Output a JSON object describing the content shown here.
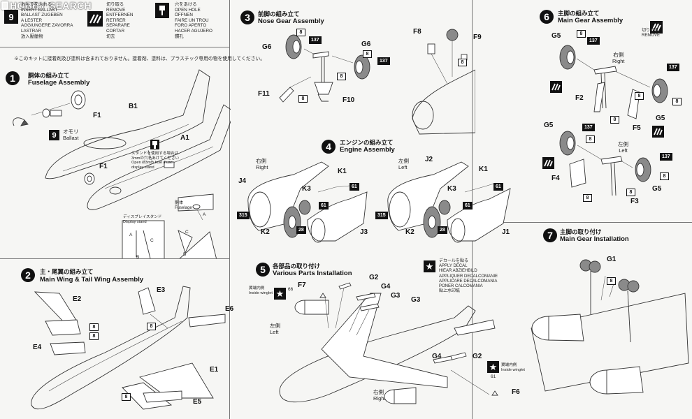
{
  "watermark": "HOBBY SEARCH",
  "legend": {
    "ballast": {
      "icon": "9",
      "lines": [
        "おもりを入れる",
        "INSERT BALLAST",
        "BALLAST ZUGEBEN",
        "A LESTER",
        "AGGIUNGERE ZAVORRA",
        "LASTRAR",
        "放入壓艙物"
      ]
    },
    "remove": {
      "lines": [
        "切り取る",
        "REMOVE",
        "ENTFERNEN",
        "RETIRER",
        "SEPARARE",
        "CORTAR",
        "切去"
      ]
    },
    "open_hole": {
      "lines": [
        "穴をあける",
        "OPEN HOLE",
        "ÖFFNEN",
        "FAIRE UN TROU",
        "FORO APERTO",
        "HACER AGUJERO",
        "鑽孔"
      ]
    }
  },
  "notice": "※このキットに接着剤及び塗料は含まれておりません。接着剤、塗料は、プラスチック専用の物を使用してください。",
  "steps": {
    "s1": {
      "num": "1",
      "jp": "胴体の組み立て",
      "en": "Fuselage Assembly"
    },
    "s2": {
      "num": "2",
      "jp": "主・尾翼の組み立て",
      "en": "Main Wing & Tail Wing Assembly"
    },
    "s3": {
      "num": "3",
      "jp": "前脚の組み立て",
      "en": "Nose Gear Assembly"
    },
    "s4": {
      "num": "4",
      "jp": "エンジンの組み立て",
      "en": "Engine Assembly"
    },
    "s5": {
      "num": "5",
      "jp": "各部品の取り付け",
      "en": "Various Parts Installation"
    },
    "s6": {
      "num": "6",
      "jp": "主脚の組み立て",
      "en": "Main Gear Assembly"
    },
    "s7": {
      "num": "7",
      "jp": "主脚の取り付け",
      "en": "Main Gear Installation"
    }
  },
  "s1": {
    "parts": [
      "B1",
      "A1",
      "F1",
      "F1"
    ],
    "ballast_jp": "オモリ",
    "ballast_en": "Ballast",
    "ballast_icon": "9",
    "stand_note": [
      "スタンドを使用する場合は",
      "3mmの穴をあけてください",
      "Open Ø3mm hole if use",
      "display stand"
    ],
    "fuselage_jp": "胴体",
    "fuselage_en": "Fuselage",
    "stand_title": [
      "ディスプレイスタンド",
      "Display stand"
    ],
    "stand_labels": [
      "A",
      "C",
      "B",
      "C",
      "B",
      "A"
    ]
  },
  "s2": {
    "parts": [
      "E2",
      "E4",
      "E3",
      "E6",
      "E1",
      "E5"
    ],
    "tags": [
      "8",
      "8",
      "8",
      "8"
    ]
  },
  "s3": {
    "parts": [
      "G6",
      "G6",
      "F11",
      "F10",
      "F8",
      "F9"
    ],
    "tags": [
      "8",
      "137",
      "8",
      "137",
      "8",
      "8",
      "8"
    ]
  },
  "s4": {
    "right_jp": "右側",
    "right_en": "Right",
    "left_jp": "左側",
    "left_en": "Left",
    "parts_r": [
      "J4",
      "K1",
      "K3",
      "K2",
      "J3"
    ],
    "parts_l": [
      "J2",
      "K1",
      "K3",
      "K2",
      "J1"
    ],
    "tags": [
      "61",
      "61",
      "28",
      "315",
      "61",
      "61",
      "28",
      "315"
    ]
  },
  "s5": {
    "parts": [
      "F7",
      "G2",
      "G4",
      "G3",
      "G3",
      "G4",
      "G2",
      "F6"
    ],
    "decal_lines": [
      "デカールを貼る",
      "APPLY DECAL",
      "HIEAR ABZIEHBILD",
      "APPLIQUER DECALCOMANIE",
      "APPLICARE DECALCOMANIA",
      "PONER CALCOMANIA",
      "貼上水印紙"
    ],
    "winglet_jp": "翼端内側",
    "winglet_en": "Inside winglet",
    "left_jp": "左側",
    "left_en": "Left",
    "right_jp": "右側",
    "right_en": "Right",
    "decal_nums": [
      "66",
      "61"
    ]
  },
  "s6": {
    "remove_lines": [
      "切り取る",
      "REMOVE"
    ],
    "right_jp": "右側",
    "right_en": "Right",
    "left_jp": "左側",
    "left_en": "Left",
    "parts": [
      "G5",
      "F2",
      "F5",
      "G5",
      "G5",
      "F4",
      "F3",
      "G5"
    ],
    "tags": [
      "8",
      "137",
      "137",
      "8",
      "8",
      "8",
      "137",
      "8",
      "137",
      "8",
      "8",
      "8"
    ]
  },
  "s7": {
    "parts": [
      "G1"
    ],
    "tags": [
      "8"
    ]
  }
}
